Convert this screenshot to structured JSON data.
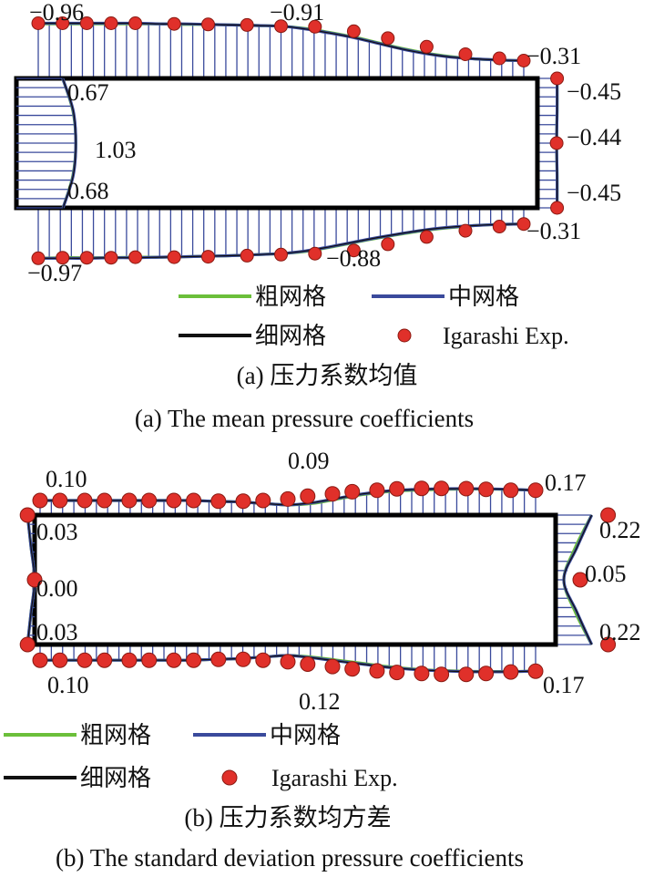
{
  "colors": {
    "coarse": "#6bbf3a",
    "medium": "#3a4a9c",
    "fine": "#111111",
    "experiment": "#e0302a",
    "experiment_edge": "#8a1a12",
    "hatch": "#3a4a9c"
  },
  "legend": {
    "coarse": "粗网格",
    "medium": "中网格",
    "fine": "细网格",
    "exp": "Igarashi Exp."
  },
  "chart_data": [
    {
      "type": "line",
      "subplot": "a",
      "caption_cn": "(a) 压力系数均值",
      "caption_en": "(a) The mean pressure coefficients",
      "labels": {
        "top_front": "−0.96",
        "top_mid": "−0.91",
        "top_rear": "−0.31",
        "front_top": "0.67",
        "front_mid": "1.03",
        "front_bot": "0.68",
        "rear_top": "−0.45",
        "rear_mid": "−0.44",
        "rear_bot": "−0.45",
        "bot_front": "−0.97",
        "bot_mid": "−0.88",
        "bot_rear": "−0.31"
      },
      "series": [
        {
          "name": "粗网格",
          "top_x": [
            0.0,
            0.05,
            0.1,
            0.15,
            0.2,
            0.25,
            0.3,
            0.35,
            0.4,
            0.45,
            0.5,
            0.55,
            0.6,
            0.65,
            0.7,
            0.75,
            0.8,
            0.85,
            0.9,
            0.95,
            1.0
          ],
          "top_y": [
            -0.95,
            -0.95,
            -0.95,
            -0.95,
            -0.95,
            -0.95,
            -0.94,
            -0.94,
            -0.93,
            -0.92,
            -0.91,
            -0.87,
            -0.8,
            -0.72,
            -0.62,
            -0.52,
            -0.44,
            -0.38,
            -0.34,
            -0.32,
            -0.31
          ],
          "bottom_y": [
            -0.97,
            -0.96,
            -0.96,
            -0.96,
            -0.95,
            -0.95,
            -0.94,
            -0.93,
            -0.92,
            -0.9,
            -0.88,
            -0.84,
            -0.76,
            -0.67,
            -0.58,
            -0.5,
            -0.43,
            -0.38,
            -0.34,
            -0.32,
            -0.31
          ],
          "front_y": [
            0.0,
            0.25,
            0.5,
            0.75,
            1.0
          ],
          "front_cp": [
            0.67,
            0.95,
            1.03,
            0.95,
            0.68
          ],
          "rear_y": [
            0.0,
            0.25,
            0.5,
            0.75,
            1.0
          ],
          "rear_cp": [
            -0.45,
            -0.45,
            -0.44,
            -0.45,
            -0.45
          ]
        },
        {
          "name": "中网格",
          "top_x": [
            0.0,
            0.05,
            0.1,
            0.15,
            0.2,
            0.25,
            0.3,
            0.35,
            0.4,
            0.45,
            0.5,
            0.55,
            0.6,
            0.65,
            0.7,
            0.75,
            0.8,
            0.85,
            0.9,
            0.95,
            1.0
          ],
          "top_y": [
            -0.96,
            -0.96,
            -0.96,
            -0.96,
            -0.96,
            -0.95,
            -0.95,
            -0.94,
            -0.93,
            -0.92,
            -0.91,
            -0.86,
            -0.79,
            -0.71,
            -0.61,
            -0.51,
            -0.43,
            -0.37,
            -0.34,
            -0.32,
            -0.31
          ],
          "bottom_y": [
            -0.97,
            -0.97,
            -0.97,
            -0.96,
            -0.96,
            -0.95,
            -0.94,
            -0.93,
            -0.92,
            -0.9,
            -0.88,
            -0.83,
            -0.75,
            -0.66,
            -0.57,
            -0.49,
            -0.42,
            -0.37,
            -0.34,
            -0.32,
            -0.31
          ],
          "front_y": [
            0.0,
            0.25,
            0.5,
            0.75,
            1.0
          ],
          "front_cp": [
            0.67,
            0.96,
            1.03,
            0.96,
            0.68
          ],
          "rear_y": [
            0.0,
            0.25,
            0.5,
            0.75,
            1.0
          ],
          "rear_cp": [
            -0.45,
            -0.45,
            -0.44,
            -0.45,
            -0.45
          ]
        },
        {
          "name": "细网格",
          "top_x": [
            0.0,
            0.05,
            0.1,
            0.15,
            0.2,
            0.25,
            0.3,
            0.35,
            0.4,
            0.45,
            0.5,
            0.55,
            0.6,
            0.65,
            0.7,
            0.75,
            0.8,
            0.85,
            0.9,
            0.95,
            1.0
          ],
          "top_y": [
            -0.96,
            -0.96,
            -0.96,
            -0.96,
            -0.96,
            -0.95,
            -0.95,
            -0.94,
            -0.93,
            -0.92,
            -0.91,
            -0.86,
            -0.79,
            -0.71,
            -0.61,
            -0.51,
            -0.43,
            -0.37,
            -0.34,
            -0.32,
            -0.31
          ],
          "bottom_y": [
            -0.97,
            -0.97,
            -0.97,
            -0.96,
            -0.96,
            -0.95,
            -0.94,
            -0.93,
            -0.92,
            -0.9,
            -0.88,
            -0.83,
            -0.75,
            -0.66,
            -0.57,
            -0.49,
            -0.42,
            -0.37,
            -0.34,
            -0.32,
            -0.31
          ],
          "front_y": [
            0.0,
            0.25,
            0.5,
            0.75,
            1.0
          ],
          "front_cp": [
            0.67,
            0.96,
            1.03,
            0.96,
            0.68
          ],
          "rear_y": [
            0.0,
            0.25,
            0.5,
            0.75,
            1.0
          ],
          "rear_cp": [
            -0.45,
            -0.45,
            -0.44,
            -0.45,
            -0.45
          ]
        },
        {
          "name": "Igarashi Exp.",
          "top_x": [
            0.0,
            0.05,
            0.1,
            0.15,
            0.2,
            0.28,
            0.35,
            0.43,
            0.5,
            0.57,
            0.65,
            0.72,
            0.8,
            0.88,
            0.95,
            1.0
          ],
          "top_y": [
            -0.96,
            -0.96,
            -0.96,
            -0.96,
            -0.96,
            -0.95,
            -0.94,
            -0.93,
            -0.91,
            -0.9,
            -0.82,
            -0.7,
            -0.55,
            -0.42,
            -0.35,
            -0.31
          ],
          "bottom_x": [
            0.0,
            0.05,
            0.1,
            0.15,
            0.2,
            0.28,
            0.35,
            0.43,
            0.5,
            0.57,
            0.65,
            0.72,
            0.8,
            0.88,
            0.95,
            1.0
          ],
          "bottom_y": [
            -0.97,
            -0.96,
            -0.96,
            -0.96,
            -0.95,
            -0.95,
            -0.94,
            -0.92,
            -0.9,
            -0.88,
            -0.82,
            -0.7,
            -0.56,
            -0.44,
            -0.36,
            -0.31
          ],
          "rear_y": [
            0.0,
            0.5,
            1.0
          ],
          "rear_cp": [
            -0.45,
            -0.44,
            -0.45
          ]
        }
      ]
    },
    {
      "type": "line",
      "subplot": "b",
      "caption_cn": "(b) 压力系数均方差",
      "caption_en": "(b) The standard deviation pressure coefficients",
      "labels": {
        "top_front": "0.10",
        "top_mid": "0.09",
        "top_rear": "0.17",
        "front_top": "0.03",
        "front_mid": "0.00",
        "front_bot": "0.03",
        "rear_top": "0.22",
        "rear_mid": "0.05",
        "rear_bot": "0.22",
        "bot_front": "0.10",
        "bot_mid": "0.12",
        "bot_rear": "0.17"
      },
      "series": [
        {
          "name": "粗网格",
          "top_x": [
            0.0,
            0.05,
            0.1,
            0.15,
            0.2,
            0.25,
            0.3,
            0.35,
            0.4,
            0.45,
            0.5,
            0.55,
            0.6,
            0.65,
            0.7,
            0.75,
            0.8,
            0.85,
            0.9,
            0.95,
            1.0
          ],
          "top_y": [
            0.1,
            0.1,
            0.1,
            0.1,
            0.1,
            0.1,
            0.1,
            0.095,
            0.09,
            0.08,
            0.07,
            0.08,
            0.11,
            0.14,
            0.16,
            0.17,
            0.175,
            0.178,
            0.178,
            0.175,
            0.17
          ],
          "bottom_y": [
            0.1,
            0.1,
            0.1,
            0.1,
            0.1,
            0.1,
            0.1,
            0.095,
            0.09,
            0.08,
            0.07,
            0.08,
            0.1,
            0.12,
            0.14,
            0.155,
            0.165,
            0.17,
            0.172,
            0.172,
            0.17
          ],
          "front_y": [
            0.0,
            0.25,
            0.5,
            0.75,
            1.0
          ],
          "front_cp": [
            0.03,
            0.015,
            0.0,
            0.015,
            0.03
          ],
          "rear_y": [
            0.0,
            0.25,
            0.5,
            0.75,
            1.0
          ],
          "rear_cp": [
            0.22,
            0.12,
            0.05,
            0.12,
            0.22
          ]
        },
        {
          "name": "中网格",
          "top_x": [
            0.0,
            0.05,
            0.1,
            0.15,
            0.2,
            0.25,
            0.3,
            0.35,
            0.4,
            0.45,
            0.5,
            0.55,
            0.6,
            0.65,
            0.7,
            0.75,
            0.8,
            0.85,
            0.9,
            0.95,
            1.0
          ],
          "top_y": [
            0.1,
            0.1,
            0.1,
            0.1,
            0.1,
            0.1,
            0.1,
            0.095,
            0.09,
            0.08,
            0.07,
            0.085,
            0.115,
            0.145,
            0.165,
            0.175,
            0.18,
            0.181,
            0.18,
            0.176,
            0.17
          ],
          "bottom_y": [
            0.1,
            0.1,
            0.1,
            0.1,
            0.1,
            0.1,
            0.1,
            0.095,
            0.09,
            0.08,
            0.07,
            0.085,
            0.105,
            0.125,
            0.145,
            0.158,
            0.167,
            0.172,
            0.174,
            0.173,
            0.17
          ],
          "front_y": [
            0.0,
            0.25,
            0.5,
            0.75,
            1.0
          ],
          "front_cp": [
            0.03,
            0.015,
            0.0,
            0.015,
            0.03
          ],
          "rear_y": [
            0.0,
            0.25,
            0.5,
            0.75,
            1.0
          ],
          "rear_cp": [
            0.22,
            0.13,
            0.05,
            0.13,
            0.22
          ]
        },
        {
          "name": "细网格",
          "top_x": [
            0.0,
            0.05,
            0.1,
            0.15,
            0.2,
            0.25,
            0.3,
            0.35,
            0.4,
            0.45,
            0.5,
            0.55,
            0.6,
            0.65,
            0.7,
            0.75,
            0.8,
            0.85,
            0.9,
            0.95,
            1.0
          ],
          "top_y": [
            0.1,
            0.1,
            0.1,
            0.1,
            0.1,
            0.1,
            0.1,
            0.095,
            0.09,
            0.08,
            0.07,
            0.085,
            0.115,
            0.145,
            0.165,
            0.175,
            0.18,
            0.181,
            0.18,
            0.176,
            0.17
          ],
          "bottom_y": [
            0.1,
            0.1,
            0.1,
            0.1,
            0.1,
            0.1,
            0.1,
            0.095,
            0.09,
            0.08,
            0.07,
            0.085,
            0.105,
            0.125,
            0.145,
            0.158,
            0.167,
            0.172,
            0.174,
            0.173,
            0.17
          ],
          "front_y": [
            0.0,
            0.25,
            0.5,
            0.75,
            1.0
          ],
          "front_cp": [
            0.03,
            0.015,
            0.0,
            0.015,
            0.03
          ],
          "rear_y": [
            0.0,
            0.25,
            0.5,
            0.75,
            1.0
          ],
          "rear_cp": [
            0.22,
            0.13,
            0.05,
            0.13,
            0.22
          ]
        },
        {
          "name": "Igarashi Exp.",
          "top_x": [
            0.0,
            0.04,
            0.09,
            0.13,
            0.18,
            0.22,
            0.27,
            0.31,
            0.36,
            0.41,
            0.45,
            0.5,
            0.54,
            0.59,
            0.63,
            0.68,
            0.72,
            0.77,
            0.81,
            0.86,
            0.9,
            0.95,
            1.0
          ],
          "top_y": [
            0.1,
            0.1,
            0.1,
            0.1,
            0.1,
            0.1,
            0.1,
            0.1,
            0.095,
            0.095,
            0.1,
            0.11,
            0.13,
            0.145,
            0.16,
            0.17,
            0.18,
            0.183,
            0.183,
            0.181,
            0.176,
            0.17,
            0.17
          ],
          "bottom_x": [
            0.0,
            0.04,
            0.09,
            0.13,
            0.18,
            0.22,
            0.27,
            0.31,
            0.36,
            0.41,
            0.45,
            0.5,
            0.54,
            0.59,
            0.63,
            0.68,
            0.72,
            0.77,
            0.81,
            0.86,
            0.9,
            0.95,
            1.0
          ],
          "bottom_y": [
            0.1,
            0.1,
            0.1,
            0.1,
            0.1,
            0.1,
            0.1,
            0.1,
            0.095,
            0.095,
            0.1,
            0.11,
            0.125,
            0.14,
            0.155,
            0.168,
            0.178,
            0.185,
            0.19,
            0.19,
            0.185,
            0.175,
            0.17
          ],
          "front_y": [
            0.0,
            0.5,
            1.0
          ],
          "front_cp": [
            0.03,
            0.0,
            0.03
          ],
          "rear_y": [
            0.0,
            0.5,
            1.0
          ],
          "rear_cp": [
            0.22,
            0.05,
            0.22
          ]
        }
      ]
    }
  ]
}
